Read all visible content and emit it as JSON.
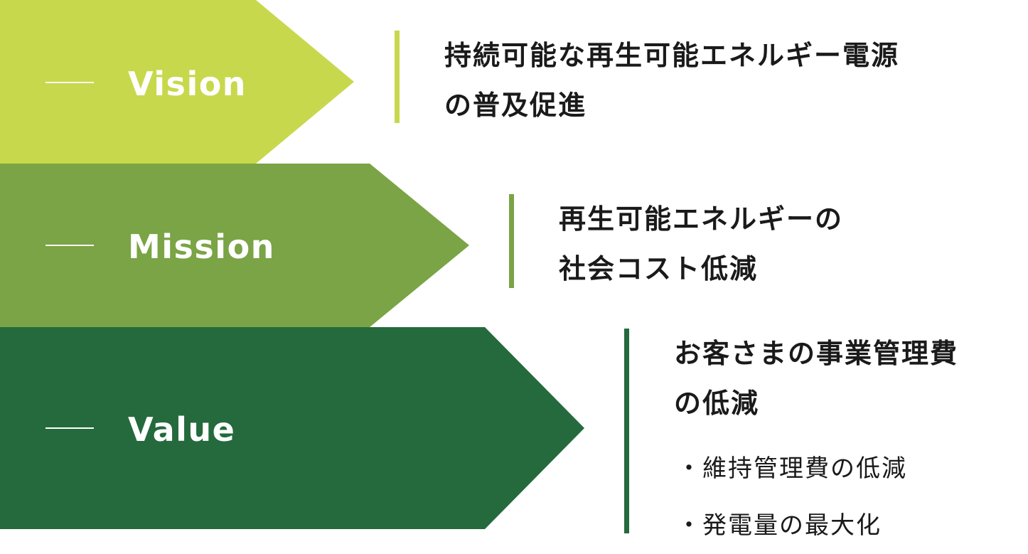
{
  "levels": [
    {
      "label": "Vision",
      "color": "#c8d84c",
      "text_lines": [
        "持続可能な再生可能エネルギー電源",
        "の普及促進"
      ],
      "bullets": []
    },
    {
      "label": "Mission",
      "color": "#7aa445",
      "text_lines": [
        "再生可能エネルギーの",
        "社会コスト低減"
      ],
      "bullets": []
    },
    {
      "label": "Value",
      "color": "#246a3d",
      "text_lines": [
        "お客さまの事業管理費",
        "の低減"
      ],
      "bullets": [
        "・維持管理費の低減",
        "・発電量の最大化"
      ]
    }
  ]
}
